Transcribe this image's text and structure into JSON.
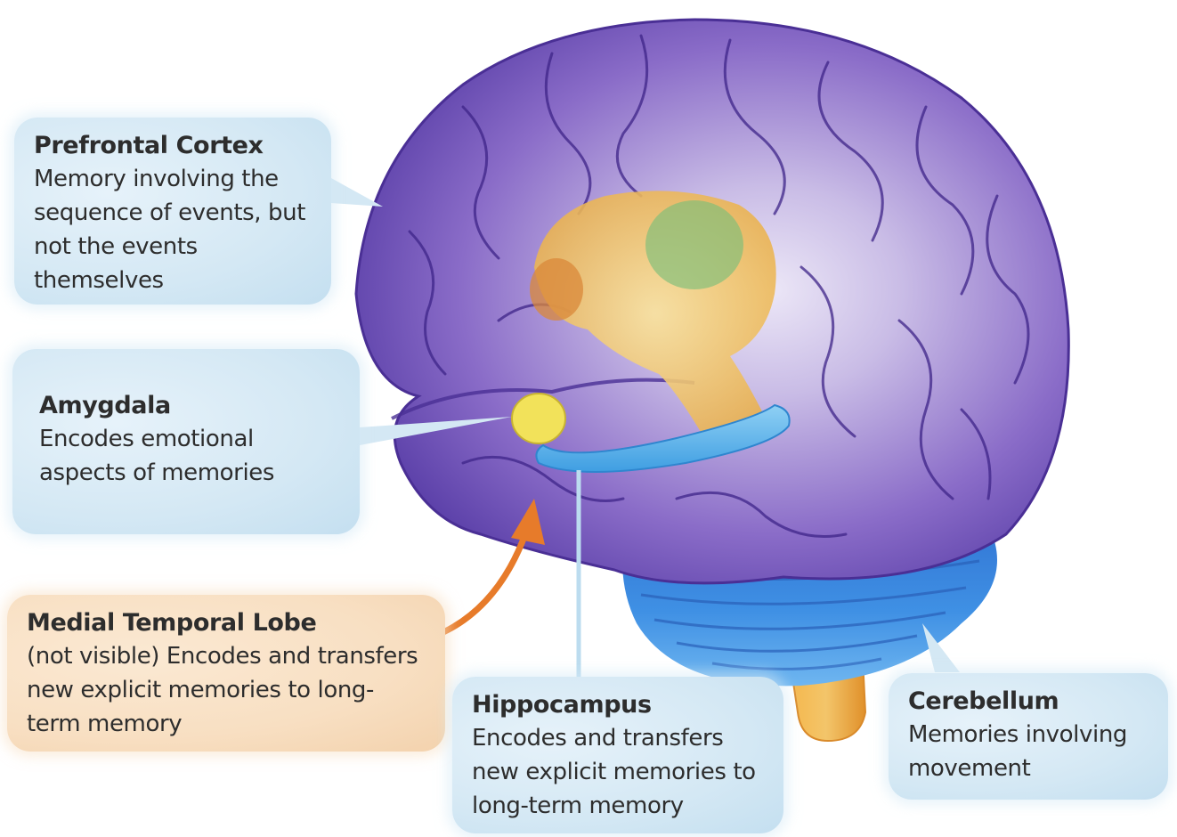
{
  "callouts": {
    "prefrontal_cortex": {
      "title": "Prefrontal Cortex",
      "description": "Memory involving the\nsequence of events, but\nnot the events\nthemselves"
    },
    "amygdala": {
      "title": "Amygdala",
      "description": "Encodes emotional\naspects of memories"
    },
    "medial_temporal_lobe": {
      "title": "Medial Temporal Lobe",
      "description": "(not visible) Encodes and transfers\nnew explicit memories to long-\nterm memory"
    },
    "hippocampus": {
      "title": "Hippocampus",
      "description": "Encodes and transfers\nnew explicit memories to\nlong-term memory"
    },
    "cerebellum": {
      "title": "Cerebellum",
      "description": "Memories involving\nmovement"
    }
  },
  "colors": {
    "cerebrum": "#6a4bb0",
    "cerebrum_light": "#d9d0ee",
    "cerebellum": "#3d8ee0",
    "hippocampus": "#5fb4ea",
    "amygdala": "#f2e25a",
    "thalamus": "#f0c45a",
    "brainstem": "#f1a93a",
    "arrow_medial_temporal": "#e77b2a",
    "callout_blue": "#d4e8f4",
    "callout_peach": "#f8dfc2"
  }
}
